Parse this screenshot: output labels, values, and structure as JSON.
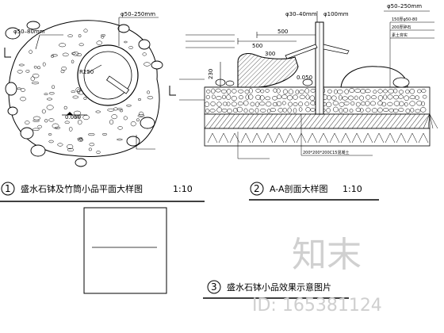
{
  "drawing": {
    "plan": {
      "labels": {
        "dim_pebble_border": "φ50–80mm",
        "dim_pebble_top": "φ50–250mm",
        "dim_radius": "R250",
        "dim_elev": "0.050"
      },
      "title": {
        "number": "1",
        "text": "盛水石钵及竹筒小品平面大样图",
        "scale": "1:10"
      }
    },
    "section": {
      "labels": {
        "dim_bamboo": "φ30–40mm",
        "dim_pipe": "φ100mm",
        "dim_pebble_right": "φ50–250mm",
        "dim_500a": "500",
        "dim_500b": "500",
        "dim_300": "300",
        "dim_230": "230",
        "dim_0050": "0.050",
        "layer1": "150厚φ50-80",
        "layer2": "200厚碎石",
        "layer3": "素土夯实",
        "base_note": "200*200*200C15混凝土"
      },
      "title": {
        "number": "2",
        "text": "A-A剖面大样图",
        "scale": "1:10"
      }
    },
    "effect": {
      "title": {
        "number": "3",
        "text": "盛水石钵小品效果示意图片"
      }
    },
    "watermark": {
      "text": "知末",
      "id": "ID: 165381124"
    }
  }
}
